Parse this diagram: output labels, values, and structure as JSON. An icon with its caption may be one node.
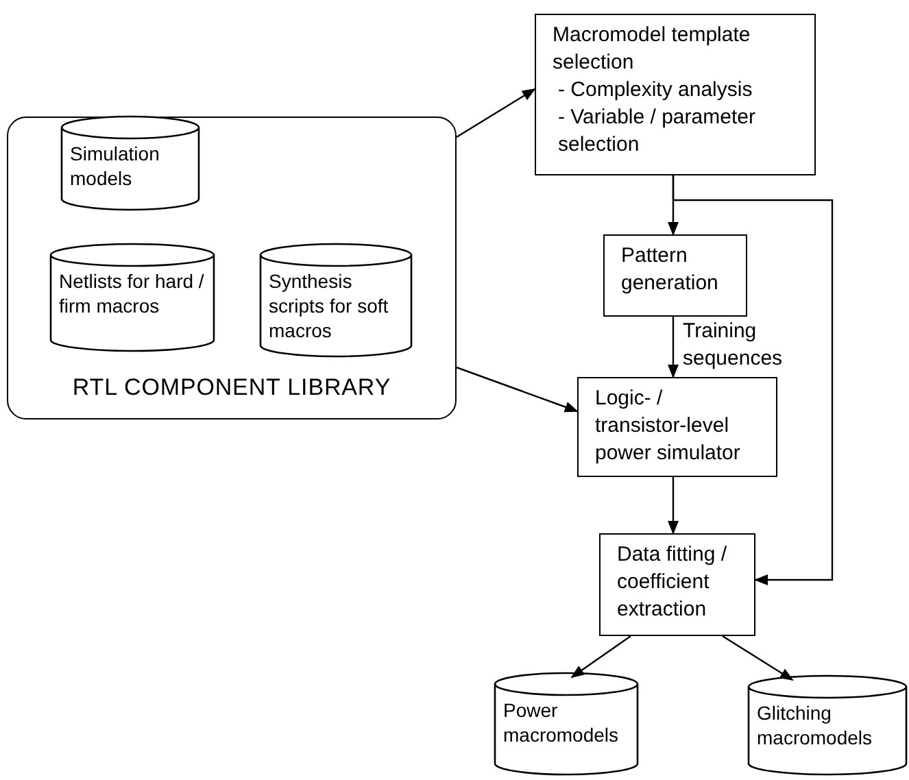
{
  "diagram": {
    "nodes": [
      {
        "text": [
          "RTL COMPONENT LIBRARY"
        ]
      },
      {
        "text": [
          "Simulation models"
        ],
        "in": 0
      },
      {
        "text": [
          "Netlists for hard / firm macros"
        ],
        "in": 0
      },
      {
        "text": [
          "Synthesis scripts for soft macros"
        ],
        "in": 0
      },
      {
        "text": [
          "Macromodel template selection",
          "- Complexity analysis",
          "- Variable / parameter selection"
        ]
      },
      {
        "text": [
          "Pattern generation"
        ]
      },
      {
        "text": [
          "Logic- / transistor-level power simulator"
        ]
      },
      {
        "text": [
          "Data fitting / coefficient extraction"
        ]
      },
      {
        "text": [
          "Power macromodels"
        ]
      },
      {
        "text": [
          "Glitching macromodels"
        ]
      }
    ],
    "edges": [
      {
        "from": 0,
        "to": 4,
        "arrow": "to"
      },
      {
        "from": 0,
        "to": 6,
        "arrow": "to"
      },
      {
        "from": 4,
        "to": 5,
        "arrow": "to"
      },
      {
        "from": 4,
        "to": 7,
        "arrow": "to"
      },
      {
        "from": 5,
        "to": 6,
        "arrow": "to",
        "label": "Training sequences"
      },
      {
        "from": 6,
        "to": 7,
        "arrow": "to"
      },
      {
        "from": 7,
        "to": 8,
        "arrow": "to"
      },
      {
        "from": 7,
        "to": 9,
        "arrow": "to"
      }
    ]
  }
}
